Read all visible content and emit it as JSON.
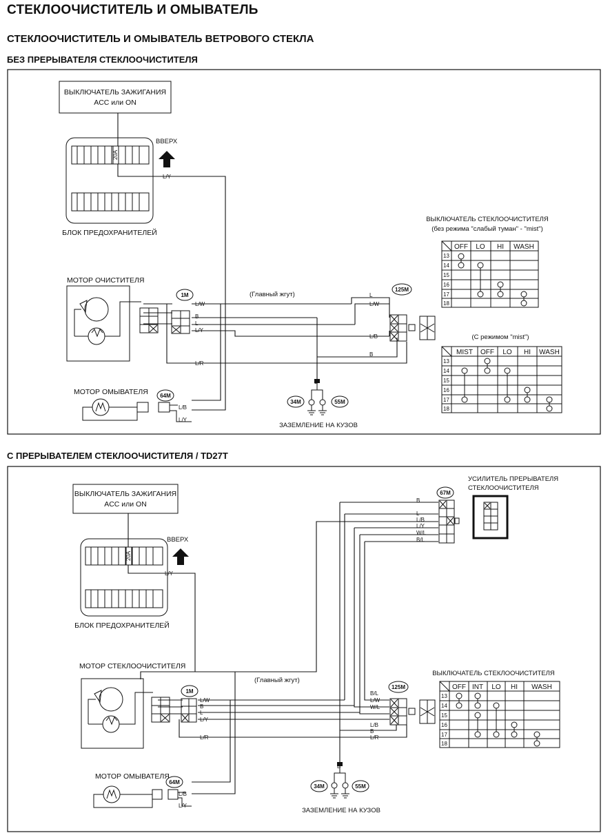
{
  "title": "СТЕКЛООЧИСТИТЕЛЬ И ОМЫВАТЕЛЬ",
  "subtitle": "СТЕКЛООЧИСТИТЕЛЬ И ОМЫВАТЕЛЬ ВЕТРОВОГО СТЕКЛА",
  "section1": {
    "title": "БЕЗ ПРЕРЫВАТЕЛЯ СТЕКЛООЧИСТИТЕЛЯ",
    "ignition_line1": "ВЫКЛЮЧАТЕЛЬ ЗАЖИГАНИЯ",
    "ignition_line2": "ACC или ON",
    "fuse": "20A",
    "up": "ВВЕРХ",
    "fuse_block": "БЛОК ПРЕДОХРАНИТЕЛЕЙ",
    "wiper_motor": "МОТОР ОЧИСТИТЕЛЯ",
    "washer_motor": "МОТОР ОМЫВАТЕЛЯ",
    "main_harness": "(Главный жгут)",
    "ground": "ЗАЗЕМЛЕНИЕ НА КУЗОВ",
    "conn_1m": "1M",
    "conn_125m": "125M",
    "conn_64m": "64M",
    "conn_34m": "34M",
    "conn_55m": "55M",
    "switch_title": "ВЫКЛЮЧАТЕЛЬ СТЕКЛООЧИСТИТЕЛЯ",
    "switch_note": "(без режима \"слабый туман\" - \"mist\")",
    "mist_note": "(С режимом \"mist\")",
    "table1_headers": [
      "OFF",
      "LO",
      "HI",
      "WASH"
    ],
    "table2_headers": [
      "MIST",
      "OFF",
      "LO",
      "HI",
      "WASH"
    ],
    "rows": [
      "13",
      "14",
      "15",
      "16",
      "17",
      "18"
    ],
    "wires": {
      "ly": "L/Y",
      "lw": "L/W",
      "l": "L",
      "b": "B",
      "lb": "L/B",
      "lr": "L/R"
    }
  },
  "section2": {
    "title": "С ПРЕРЫВАТЕЛЕМ СТЕКЛООЧИСТИТЕЛЯ / TD27T",
    "ignition_line1": "ВЫКЛЮЧАТЕЛЬ ЗАЖИГАНИЯ",
    "ignition_line2": "ACC или ON",
    "fuse": "20A",
    "up": "ВВЕРХ",
    "fuse_block": "БЛОК ПРЕДОХРАНИТЕЛЕЙ",
    "wiper_motor": "МОТОР СТЕКЛООЧИСТИТЕЛЯ",
    "washer_motor": "МОТОР ОМЫВАТЕЛЯ",
    "main_harness": "(Главный жгут)",
    "ground": "ЗАЗЕМЛЕНИЕ НА КУЗОВ",
    "conn_1m": "1M",
    "conn_125m": "125M",
    "conn_64m": "64M",
    "conn_67m": "67M",
    "conn_34m": "34M",
    "conn_55m": "55M",
    "amp_line1": "УСИЛИТЕЛЬ ПРЕРЫВАТЕЛЯ",
    "amp_line2": "СТЕКЛООЧИСТИТЕЛЯ",
    "switch_title": "ВЫКЛЮЧАТЕЛЬ СТЕКЛООЧИСТИТЕЛЯ",
    "table_headers": [
      "OFF",
      "INT",
      "LO",
      "HI",
      "WASH"
    ],
    "rows": [
      "13",
      "14",
      "15",
      "16",
      "17",
      "18"
    ],
    "wires": {
      "ly": "L/Y",
      "lw": "L/W",
      "l": "L",
      "b": "B",
      "lb": "L/B",
      "lr": "L/R",
      "wl": "W/L",
      "bl": "B/L"
    }
  }
}
